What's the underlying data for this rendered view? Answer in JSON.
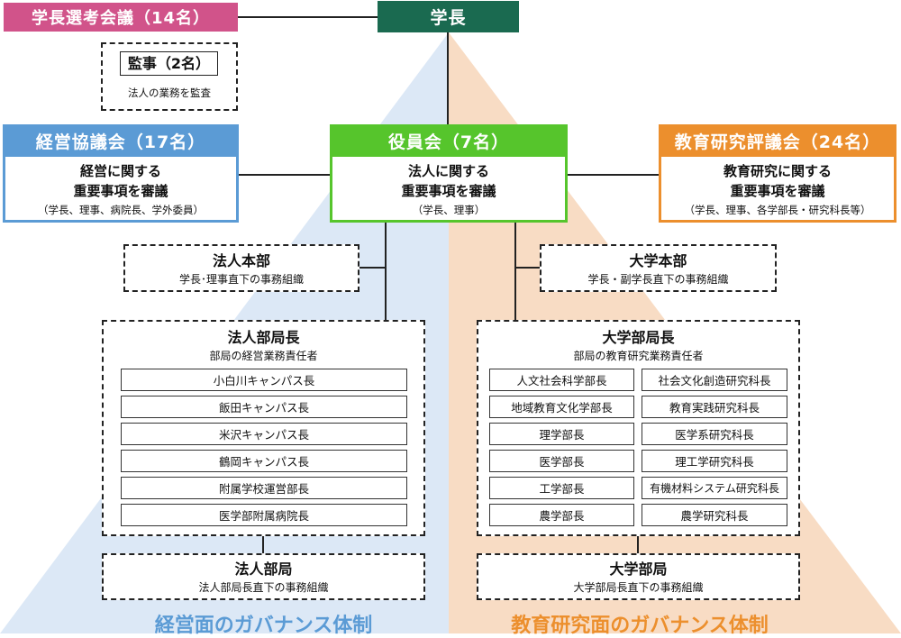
{
  "president": "学長",
  "selection_committee": "学長選考会議（14名）",
  "auditor": {
    "title": "監事（2名）",
    "desc": "法人の業務を監査"
  },
  "management_council": {
    "title": "経営協議会（17名）",
    "line1": "経営に関する",
    "line2": "重要事項を審議",
    "members": "（学長、理事、病院長、学外委員）"
  },
  "board": {
    "title": "役員会（7名）",
    "line1": "法人に関する",
    "line2": "重要事項を審議",
    "members": "（学長、理事）"
  },
  "education_council": {
    "title": "教育研究評議会（24名）",
    "line1": "教育研究に関する",
    "line2": "重要事項を審議",
    "members": "（学長、理事、各学部長・研究科長等）"
  },
  "corporate_hq": {
    "title": "法人本部",
    "desc": "学長･理事直下の事務組織"
  },
  "university_hq": {
    "title": "大学本部",
    "desc": "学長・副学長直下の事務組織"
  },
  "corporate_heads": {
    "title": "法人部局長",
    "desc": "部局の経営業務責任者",
    "items": [
      "小白川キャンパス長",
      "飯田キャンパス長",
      "米沢キャンパス長",
      "鶴岡キャンパス長",
      "附属学校運営部長",
      "医学部附属病院長"
    ]
  },
  "university_heads": {
    "title": "大学部局長",
    "desc": "部局の教育研究業務責任者",
    "left": [
      "人文社会科学部長",
      "地域教育文化学部長",
      "理学部長",
      "医学部長",
      "工学部長",
      "農学部長"
    ],
    "right": [
      "社会文化創造研究科長",
      "教育実践研究科長",
      "医学系研究科長",
      "理工学研究科長",
      "有機材料システム研究科長",
      "農学研究科長"
    ]
  },
  "corporate_dept": {
    "title": "法人部局",
    "desc": "法人部局長直下の事務組織"
  },
  "university_dept": {
    "title": "大学部局",
    "desc": "大学部局長直下の事務組織"
  },
  "footer_left": "経営面のガバナンス体制",
  "footer_right": "教育研究面のガバナンス体制",
  "colors": {
    "president": "#1a6a50",
    "selection": "#d1538a",
    "management": "#5b9bd5",
    "board": "#56c52c",
    "education": "#ec8f2d",
    "left_bg": "#dce8f6",
    "right_bg": "#f8dcc4",
    "footer_left": "#5b9bd5",
    "footer_right": "#ec8f2d"
  }
}
